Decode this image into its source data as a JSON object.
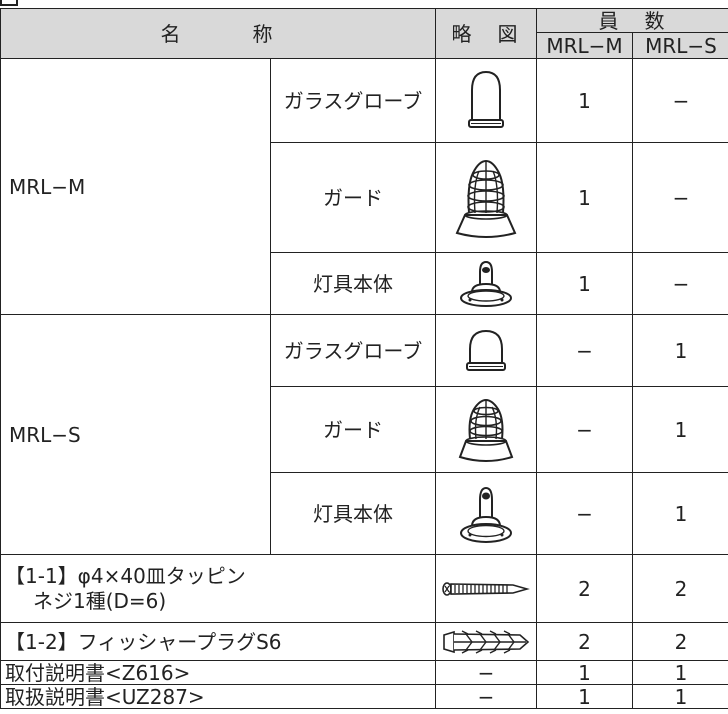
{
  "header": {
    "name": "名　　　称",
    "figure": "略　図",
    "quantity": "員　数",
    "col_m": "MRL−M",
    "col_s": "MRL−S"
  },
  "groups": [
    {
      "model": "MRL−M",
      "parts": [
        {
          "part": "ガラスグローブ",
          "icon": "glass-globe-icon",
          "qty_m": "1",
          "qty_s": "−"
        },
        {
          "part": "ガード",
          "icon": "guard-icon",
          "qty_m": "1",
          "qty_s": "−"
        },
        {
          "part": "灯具本体",
          "icon": "lamp-body-icon",
          "qty_m": "1",
          "qty_s": "−"
        }
      ]
    },
    {
      "model": "MRL−S",
      "parts": [
        {
          "part": "ガラスグローブ",
          "icon": "glass-globe-icon",
          "qty_m": "−",
          "qty_s": "1"
        },
        {
          "part": "ガード",
          "icon": "guard-icon",
          "qty_m": "−",
          "qty_s": "1"
        },
        {
          "part": "灯具本体",
          "icon": "lamp-body-icon",
          "qty_m": "−",
          "qty_s": "1"
        }
      ]
    }
  ],
  "accessories": [
    {
      "line1": "【1-1】φ4×40皿タッピン",
      "line2": "ネジ1種(D=6)",
      "icon": "tapping-screw-icon",
      "qty_m": "2",
      "qty_s": "2"
    },
    {
      "line1": "【1-2】フィッシャープラグS6",
      "icon": "fischer-plug-icon",
      "qty_m": "2",
      "qty_s": "2"
    },
    {
      "line1": "取付説明書<Z616>",
      "figure": "−",
      "qty_m": "1",
      "qty_s": "1"
    },
    {
      "line1": "取扱説明書<UZ287>",
      "figure": "−",
      "qty_m": "1",
      "qty_s": "1"
    }
  ]
}
